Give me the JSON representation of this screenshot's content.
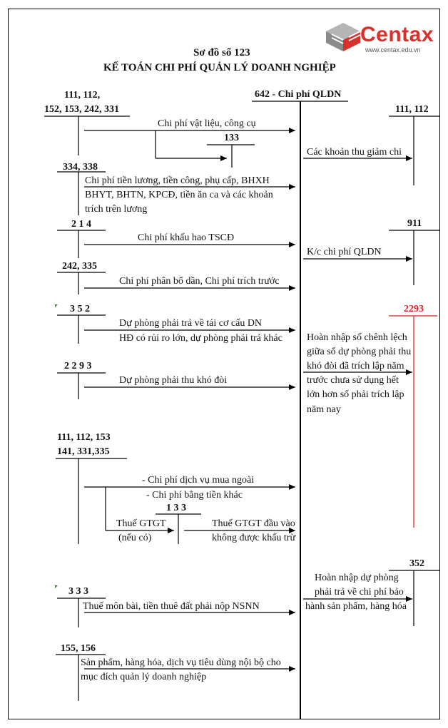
{
  "logo": {
    "name": "Centax",
    "url": "www.centax.edu.vn",
    "brand_color": "#d9302b",
    "mark_color": "#8a8a8a"
  },
  "header": {
    "subtitle": "Sơ đồ số 123",
    "title": "KẾ TOÁN CHI PHÍ QUẢN LÝ DOANH NGHIỆP"
  },
  "center": {
    "account": "642 - Chi phí QLDN"
  },
  "left": {
    "acc1_l1": "111, 112,",
    "acc1_l2": "152, 153, 242, 331",
    "e1": "Chi phí vật liệu, công cụ",
    "acc133a": "133",
    "acc2": "334, 338",
    "e2_l1": "Chi phí tiền lương, tiền công, phụ cấp, BHXH",
    "e2_l2": "BHYT, BHTN, KPCĐ, tiền ăn ca và các khoản",
    "e2_l3": "trích trên lương",
    "acc3": "2 1 4",
    "e3": "Chi phí khấu hao TSCĐ",
    "acc4": "242, 335",
    "e4": "Chi phí phân bổ dần, Chi phí trích trước",
    "acc5": "3 5 2",
    "e5_l1": "Dự phòng phải trả về tái cơ cấu DN",
    "e5_l2": "HĐ có rủi ro lớn, dự phòng phải trả khác",
    "acc6": "2 2 9 3",
    "e6": "Dự phòng phải thu khó đòi",
    "acc7_l1": "111, 112, 153",
    "acc7_l2": "141, 331,335",
    "e7_l1": "- Chi phí dịch vụ mua ngoài",
    "e7_l2": "- Chi phí bằng tiền khác",
    "acc133b": "1 3 3",
    "vat_l1": "Thuế GTGT",
    "vat_l2": "(nếu có)",
    "vat_nd_l1": "Thuế GTGT đầu vào",
    "vat_nd_l2": "không được khấu trừ",
    "acc8": "3 3 3",
    "e8": "Thuế môn bài, tiền thuê đất phải nộp NSNN",
    "acc9": "155, 156",
    "e9_l1": "Sản phẩm, hàng hóa, dịch vụ tiêu dùng nội bộ cho",
    "e9_l2": "mục đích quản lý doanh nghiệp"
  },
  "right": {
    "acc1": "111, 112",
    "r1": "Các khoản thu giảm chi",
    "acc2": "911",
    "r2": "K/c chi phí QLDN",
    "acc3": "2293",
    "acc3_color": "#e02020",
    "r3_l1": "Hoàn nhập số chênh lệch",
    "r3_l2": "giữa số dự phòng phải thu",
    "r3_l3": "khó đòi đã trích lập năm",
    "r3_l4": "trước chưa sử dụng hết",
    "r3_l5": "lớn hơn số phải trích lập",
    "r3_l6": "năm nay",
    "acc4": "352",
    "r4_l1": "Hoàn nhập dự phòng",
    "r4_l2": "phải trả về chi phí bảo",
    "r4_l3": "hành sản phẩm, hàng hóa"
  }
}
